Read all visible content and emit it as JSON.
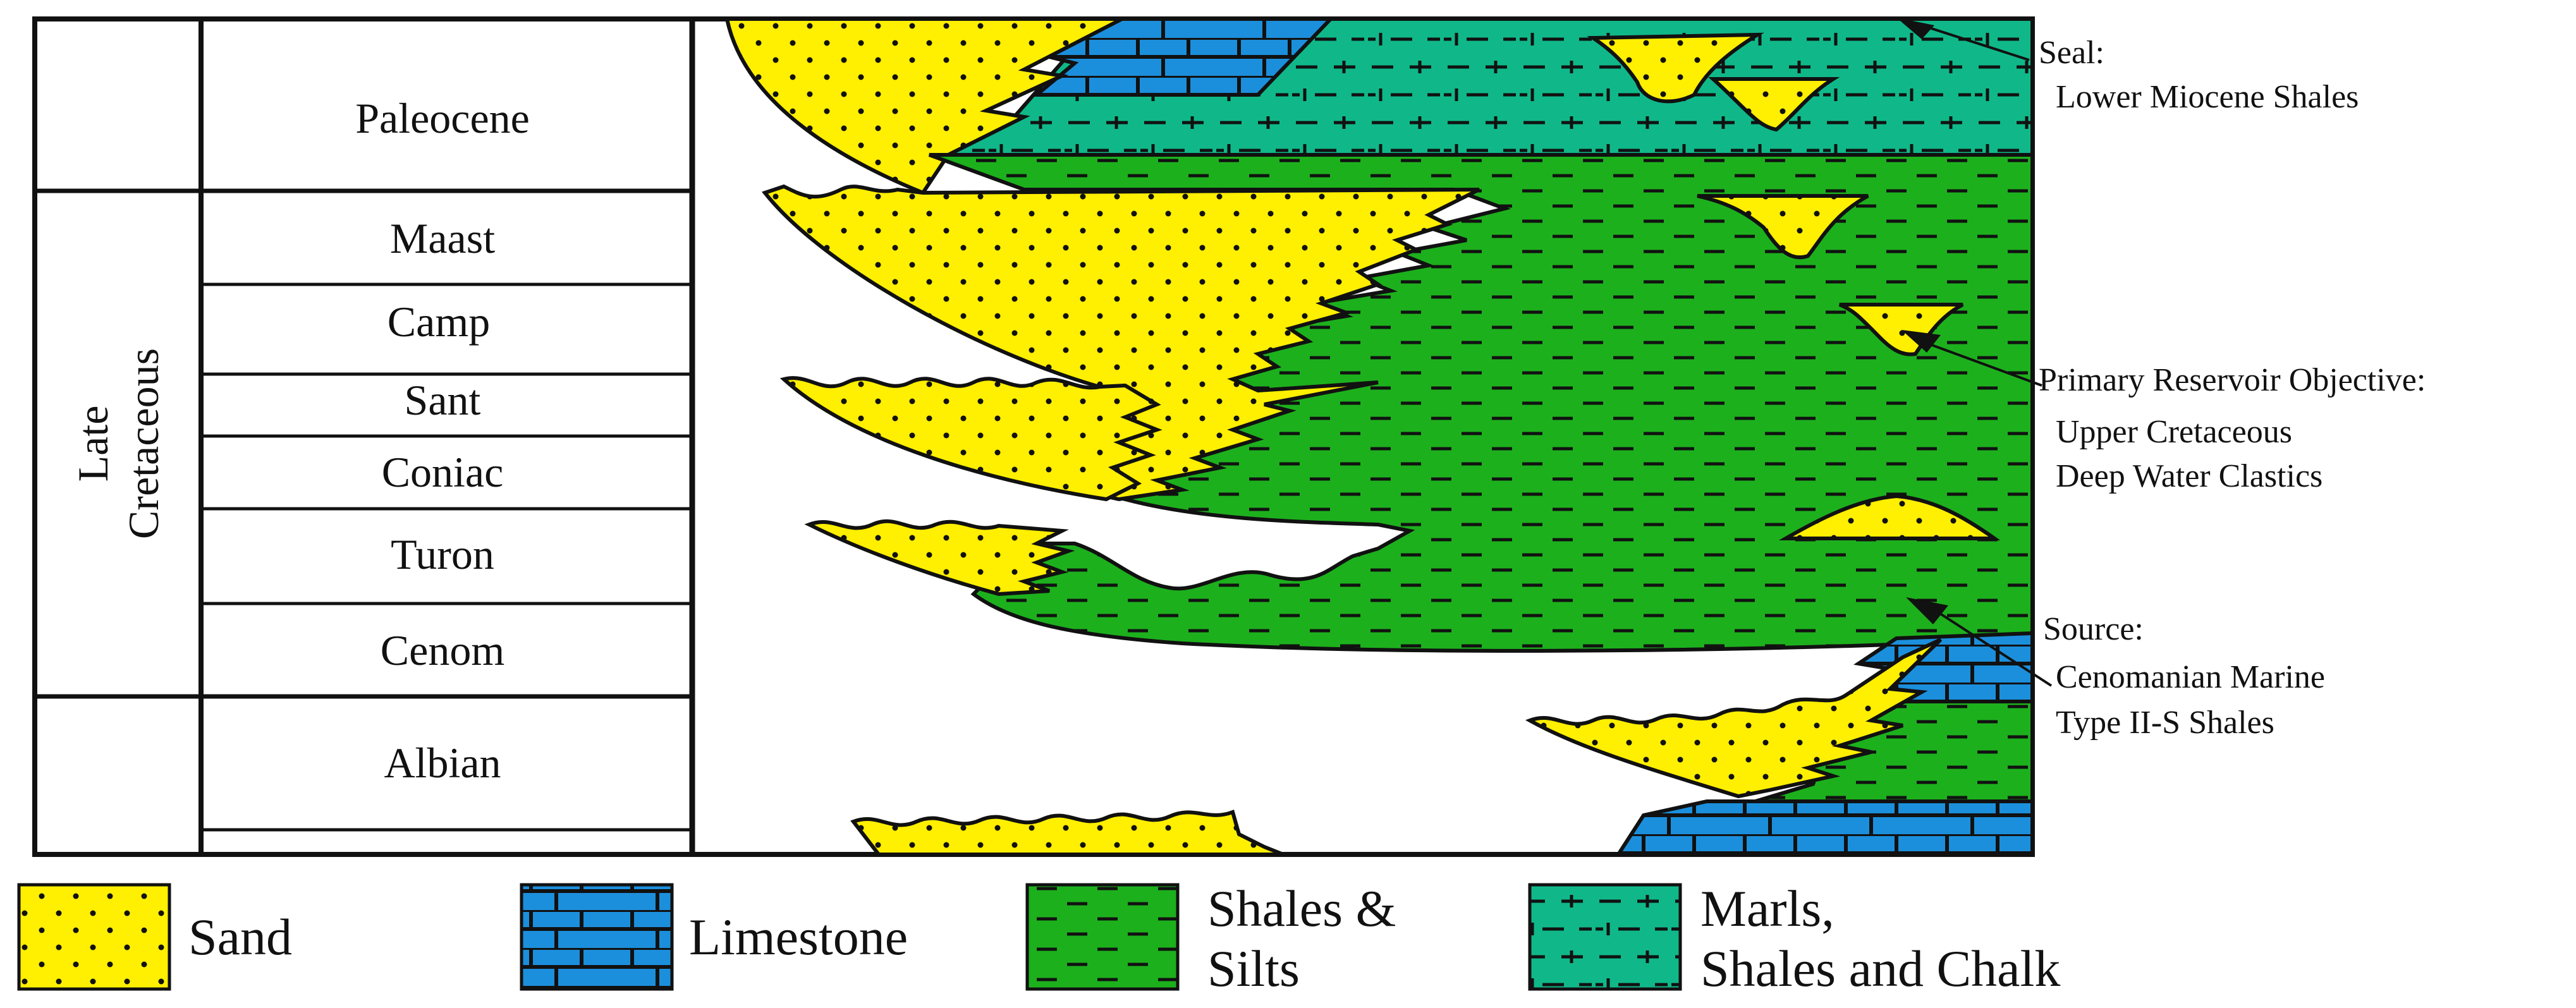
{
  "stratigraphy": {
    "era_line1": "Late",
    "era_line2": "Cretaceous",
    "stages": [
      "Paleocene",
      "Maast",
      "Camp",
      "Sant",
      "Coniac",
      "Turon",
      "Cenom",
      "Albian"
    ]
  },
  "annotations": {
    "seal_title": "Seal:",
    "seal_text": "Lower Miocene Shales",
    "reservoir_title": "Primary Reservoir Objective:",
    "reservoir_line1": "Upper Cretaceous",
    "reservoir_line2": "Deep Water Clastics",
    "source_title": "Source:",
    "source_line1": "Cenomanian Marine",
    "source_line2": "Type II-S Shales"
  },
  "legend": {
    "sand": "Sand",
    "limestone": "Limestone",
    "shales_line1": "Shales &",
    "shales_line2": "Silts",
    "marls_line1": "Marls,",
    "marls_line2": "Shales and Chalk"
  },
  "colors": {
    "sand": "#FFEF00",
    "limestone": "#1C8FDC",
    "shales": "#1DB01D",
    "marls": "#10B889",
    "outline": "#111111"
  }
}
